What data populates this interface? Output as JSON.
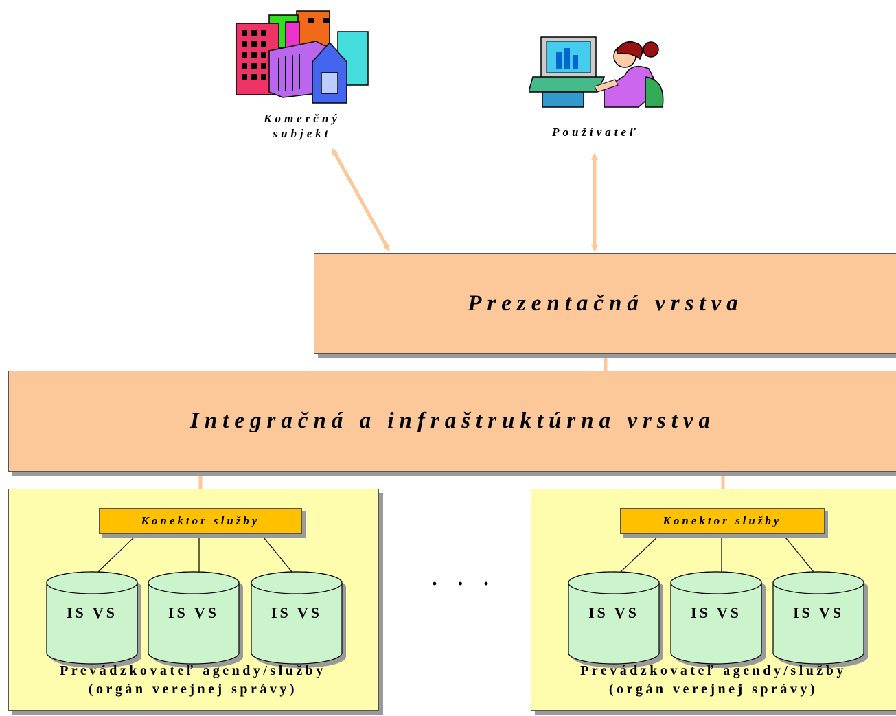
{
  "actors": {
    "commercial": {
      "label_line1": "Komerčný",
      "label_line2": "subjekt",
      "icon": "office-buildings-icon"
    },
    "user": {
      "label": "Používateľ",
      "icon": "user-at-computer-icon"
    }
  },
  "layers": {
    "presentation": "Prezentačná vrstva",
    "integration": "Integračná a infraštruktúrna vrstva"
  },
  "operators": [
    {
      "connector": "Konektor služby",
      "systems": [
        "IS VS",
        "IS VS",
        "IS VS"
      ],
      "title_line1": "Prevádzkovateľ agendy/služby",
      "title_line2": "(orgán verejnej správy)"
    },
    {
      "connector": "Konektor služby",
      "systems": [
        "IS VS",
        "IS VS",
        "IS VS"
      ],
      "title_line1": "Prevádzkovateľ agendy/služby",
      "title_line2": "(orgán verejnej správy)"
    }
  ],
  "ellipsis": "· · ·",
  "colors": {
    "layer_fill": "#fcc89a",
    "org_fill": "#fdfdad",
    "connector_fill": "#ffc000",
    "db_fill": "#ccf4cc",
    "arrow": "#fcc89a"
  }
}
